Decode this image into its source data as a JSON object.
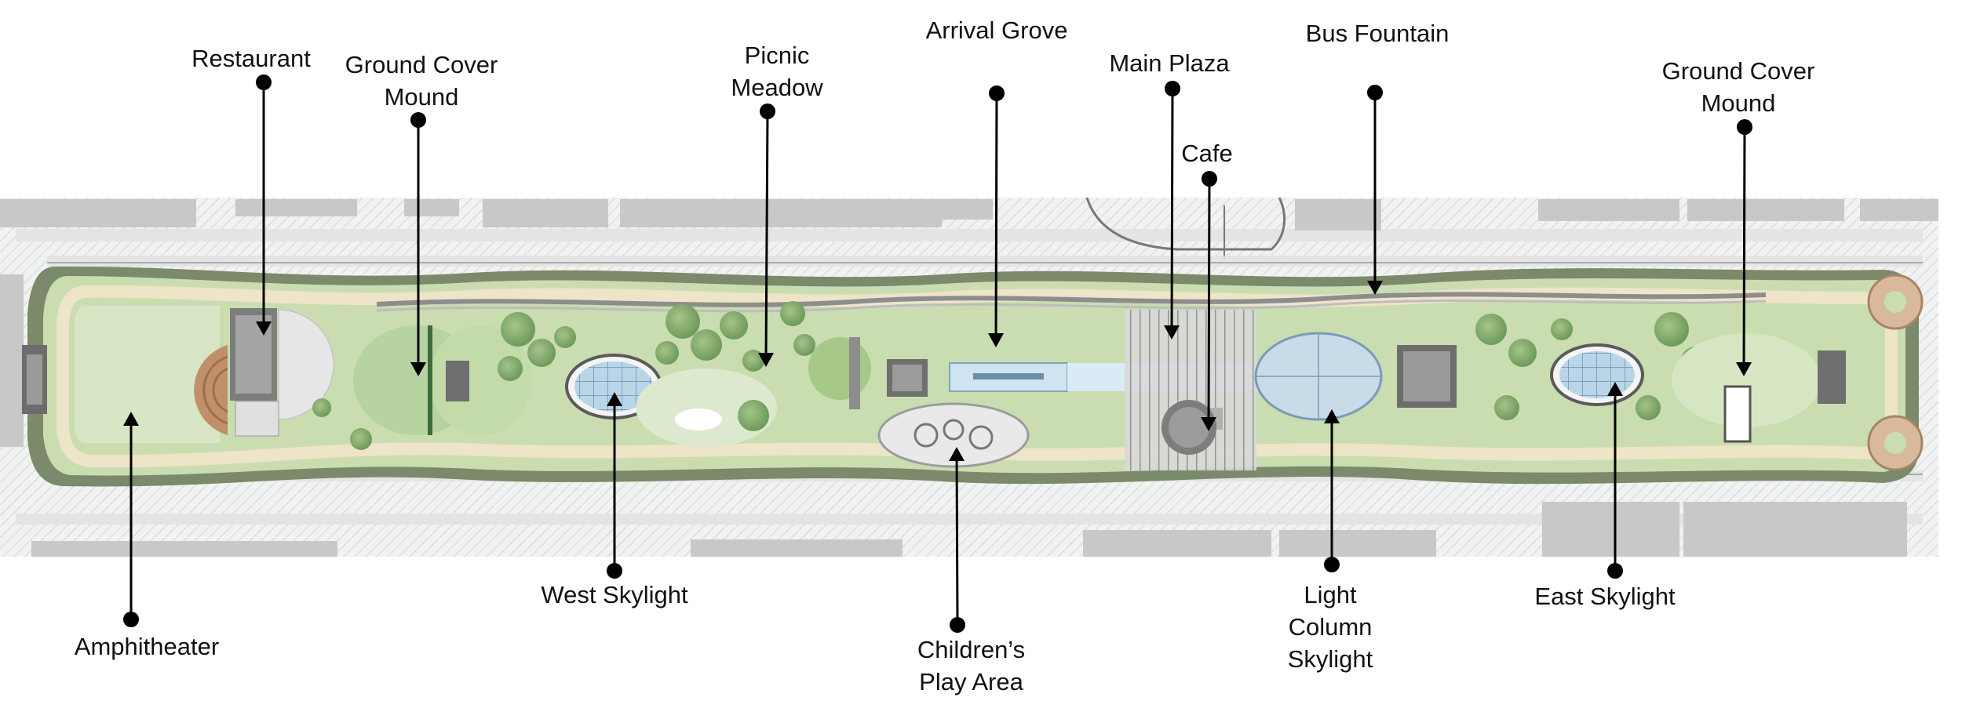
{
  "labels": {
    "restaurant": "Restaurant",
    "ground_cover_mound_west": "Ground Cover\nMound",
    "picnic_meadow": "Picnic\nMeadow",
    "arrival_grove": "Arrival Grove",
    "main_plaza": "Main Plaza",
    "cafe": "Cafe",
    "bus_fountain": "Bus Fountain",
    "ground_cover_mound_east": "Ground Cover\nMound",
    "amphitheater": "Amphitheater",
    "west_skylight": "West Skylight",
    "childrens_play_area": "Children’s\nPlay Area",
    "light_column_skylight": "Light\nColumn\nSkylight",
    "east_skylight": "East Skylight"
  },
  "colors": {
    "park_green": "#c9ddb0",
    "path_cream": "#eee4c8",
    "perimeter_dark": "#7a8a6a",
    "street_grey": "#e9eaea",
    "building_grey": "#c7c7c7",
    "water_blue": "#cfe4f0",
    "leader_line": "#000000"
  }
}
